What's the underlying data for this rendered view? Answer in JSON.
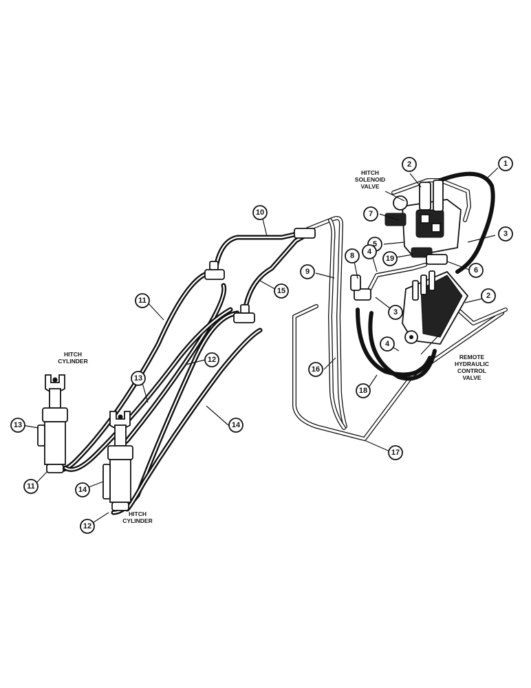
{
  "labels": {
    "hitch_cylinder_left": [
      "HITCH",
      "CYLINDER"
    ],
    "hitch_cylinder_right": [
      "HITCH",
      "CYLINDER"
    ],
    "hitch_solenoid_valve": [
      "HITCH",
      "SOLENOID",
      "VALVE"
    ],
    "remote_control_valve": [
      "REMOTE",
      "HYDRAULIC",
      "CONTROL",
      "VALVE"
    ]
  },
  "callouts": [
    "1",
    "2",
    "7",
    "5",
    "19",
    "3",
    "6",
    "4",
    "8",
    "9",
    "10",
    "11",
    "15",
    "3",
    "2",
    "12",
    "16",
    "13",
    "4",
    "18",
    "14",
    "13",
    "17",
    "11",
    "14",
    "12"
  ]
}
